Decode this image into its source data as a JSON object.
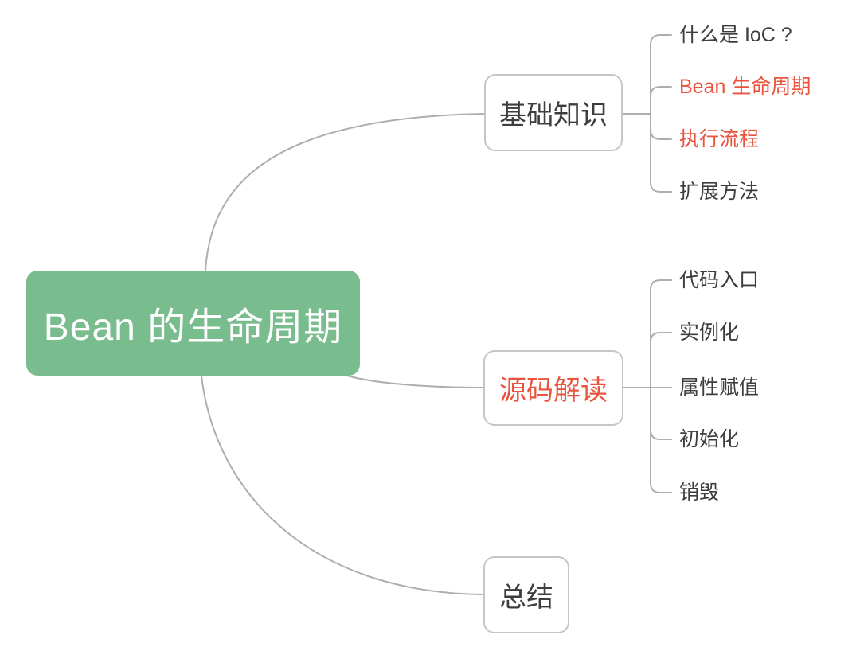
{
  "diagram": {
    "type": "mindmap",
    "root": {
      "label": "Bean 的生命周期"
    },
    "branches": [
      {
        "label": "基础知识",
        "highlighted": false,
        "children": [
          {
            "label": "什么是 IoC ?",
            "highlighted": false
          },
          {
            "label": "Bean 生命周期",
            "highlighted": true
          },
          {
            "label": "执行流程",
            "highlighted": true
          },
          {
            "label": "扩展方法",
            "highlighted": false
          }
        ]
      },
      {
        "label": "源码解读",
        "highlighted": true,
        "children": [
          {
            "label": "代码入口",
            "highlighted": false
          },
          {
            "label": "实例化",
            "highlighted": false
          },
          {
            "label": "属性赋值",
            "highlighted": false
          },
          {
            "label": "初始化",
            "highlighted": false
          },
          {
            "label": "销毁",
            "highlighted": false
          }
        ]
      },
      {
        "label": "总结",
        "highlighted": false,
        "children": []
      }
    ]
  },
  "colors": {
    "root_background": "#79bd8e",
    "root_text": "#ffffff",
    "highlight_text": "#e8543e",
    "normal_text": "#3d3d3d",
    "node_border": "#c6c6c6",
    "connector_line": "#aeaeae",
    "canvas_background": "#ffffff"
  }
}
